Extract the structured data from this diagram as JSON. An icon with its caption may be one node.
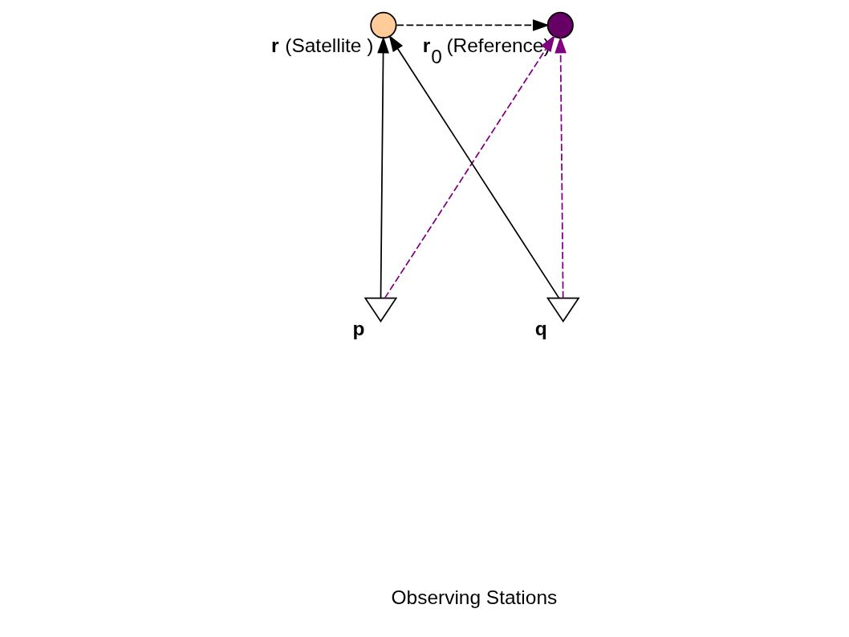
{
  "diagram": {
    "nodes": [
      {
        "text": [],
        "shape": "circle",
        "beside": [
          "**r** (Satellite )"
        ]
      },
      {
        "text": [],
        "shape": "circle",
        "beside": [
          "**r**$_{0}$ (Reference)"
        ]
      },
      {
        "text": [],
        "shape": "picture",
        "beside": [
          "**p**"
        ]
      },
      {
        "text": [],
        "shape": "picture",
        "beside": [
          "**q**"
        ]
      }
    ],
    "edges": [
      {
        "from": 2,
        "to": 0,
        "arrow": "to"
      },
      {
        "from": 3,
        "to": 0,
        "arrow": "to"
      },
      {
        "from": 0,
        "to": 1,
        "arrow": "to",
        "style": "dashed"
      },
      {
        "from": 2,
        "to": 1,
        "arrow": "to",
        "style": "dashed",
        "color": "#800080"
      },
      {
        "from": 3,
        "to": 1,
        "arrow": "to",
        "style": "dashed",
        "color": "#800080"
      }
    ],
    "labels": [
      "Observing Stations"
    ]
  }
}
